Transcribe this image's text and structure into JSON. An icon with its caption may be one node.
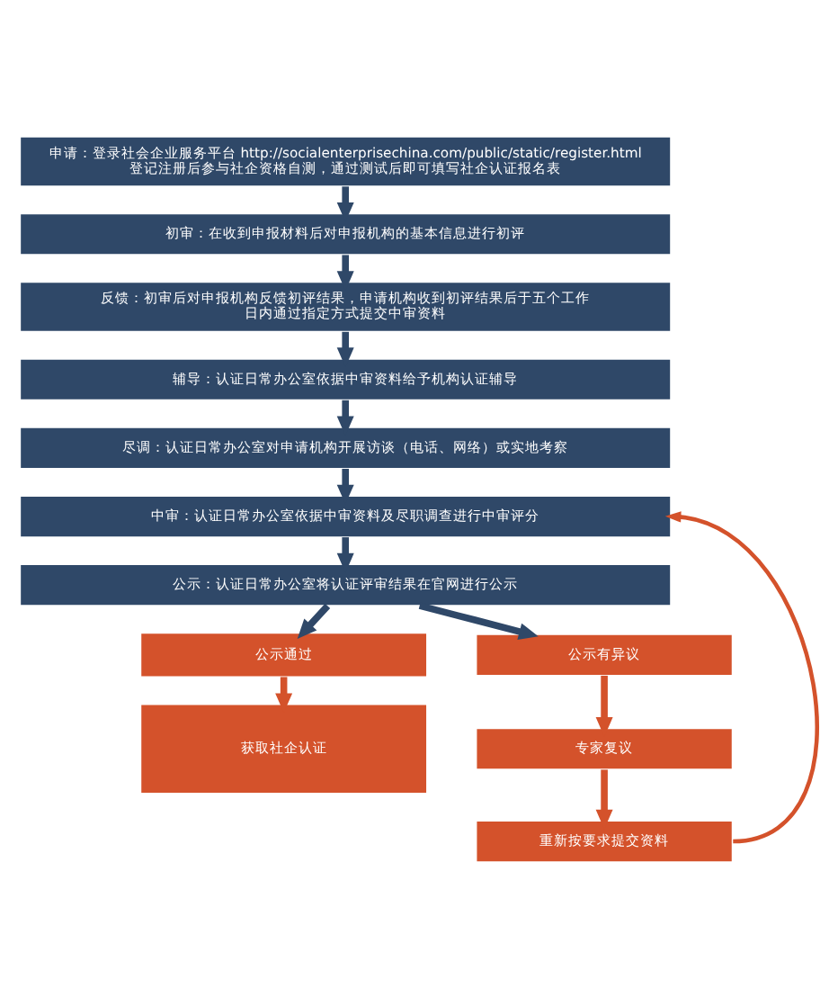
{
  "diagram": {
    "nodes": [
      {
        "text": [
          "申请：登录社会企业服务平台 http://socialenterprisechina.com/public/static/register.html",
          "登记注册后参与社企资格自测，通过测试后即可填写社企认证报名表"
        ]
      },
      {
        "text": [
          "初审：在收到申报材料后对申报机构的基本信息进行初评"
        ]
      },
      {
        "text": [
          "反馈：初审后对申报机构反馈初评结果，申请机构收到初评结果后于五个工作日内通过指定方式提交中审资料"
        ]
      },
      {
        "text": [
          "辅导：认证日常办公室依据中审资料给予机构认证辅导"
        ]
      },
      {
        "text": [
          "尽调：认证日常办公室对申请机构开展访谈（电话、网络）或实地考察"
        ]
      },
      {
        "text": [
          "中审：认证日常办公室依据中审资料及尽职调查进行中审评分"
        ]
      },
      {
        "text": [
          "公示：认证日常办公室将认证评审结果在官网进行公示"
        ]
      },
      {
        "text": [
          "公示通过"
        ]
      },
      {
        "text": [
          "获取社企认证"
        ]
      },
      {
        "text": [
          "公示有异议"
        ]
      },
      {
        "text": [
          "专家复议"
        ]
      },
      {
        "text": [
          "重新按要求提交资料"
        ]
      }
    ],
    "edges": [
      {
        "from": 0,
        "to": 1,
        "arrow": "to"
      },
      {
        "from": 1,
        "to": 2,
        "arrow": "to"
      },
      {
        "from": 2,
        "to": 3,
        "arrow": "to"
      },
      {
        "from": 3,
        "to": 4,
        "arrow": "to"
      },
      {
        "from": 4,
        "to": 5,
        "arrow": "to"
      },
      {
        "from": 5,
        "to": 6,
        "arrow": "to"
      },
      {
        "from": 6,
        "to": 7,
        "arrow": "to"
      },
      {
        "from": 6,
        "to": 9,
        "arrow": "to"
      },
      {
        "from": 7,
        "to": 8,
        "arrow": "to",
        "color": "#d4522b"
      },
      {
        "from": 9,
        "to": 10,
        "arrow": "to",
        "color": "#d4522b"
      },
      {
        "from": 10,
        "to": 11,
        "arrow": "to",
        "color": "#d4522b"
      },
      {
        "from": 11,
        "to": 5,
        "arrow": "to",
        "color": "#d4522b"
      }
    ]
  }
}
